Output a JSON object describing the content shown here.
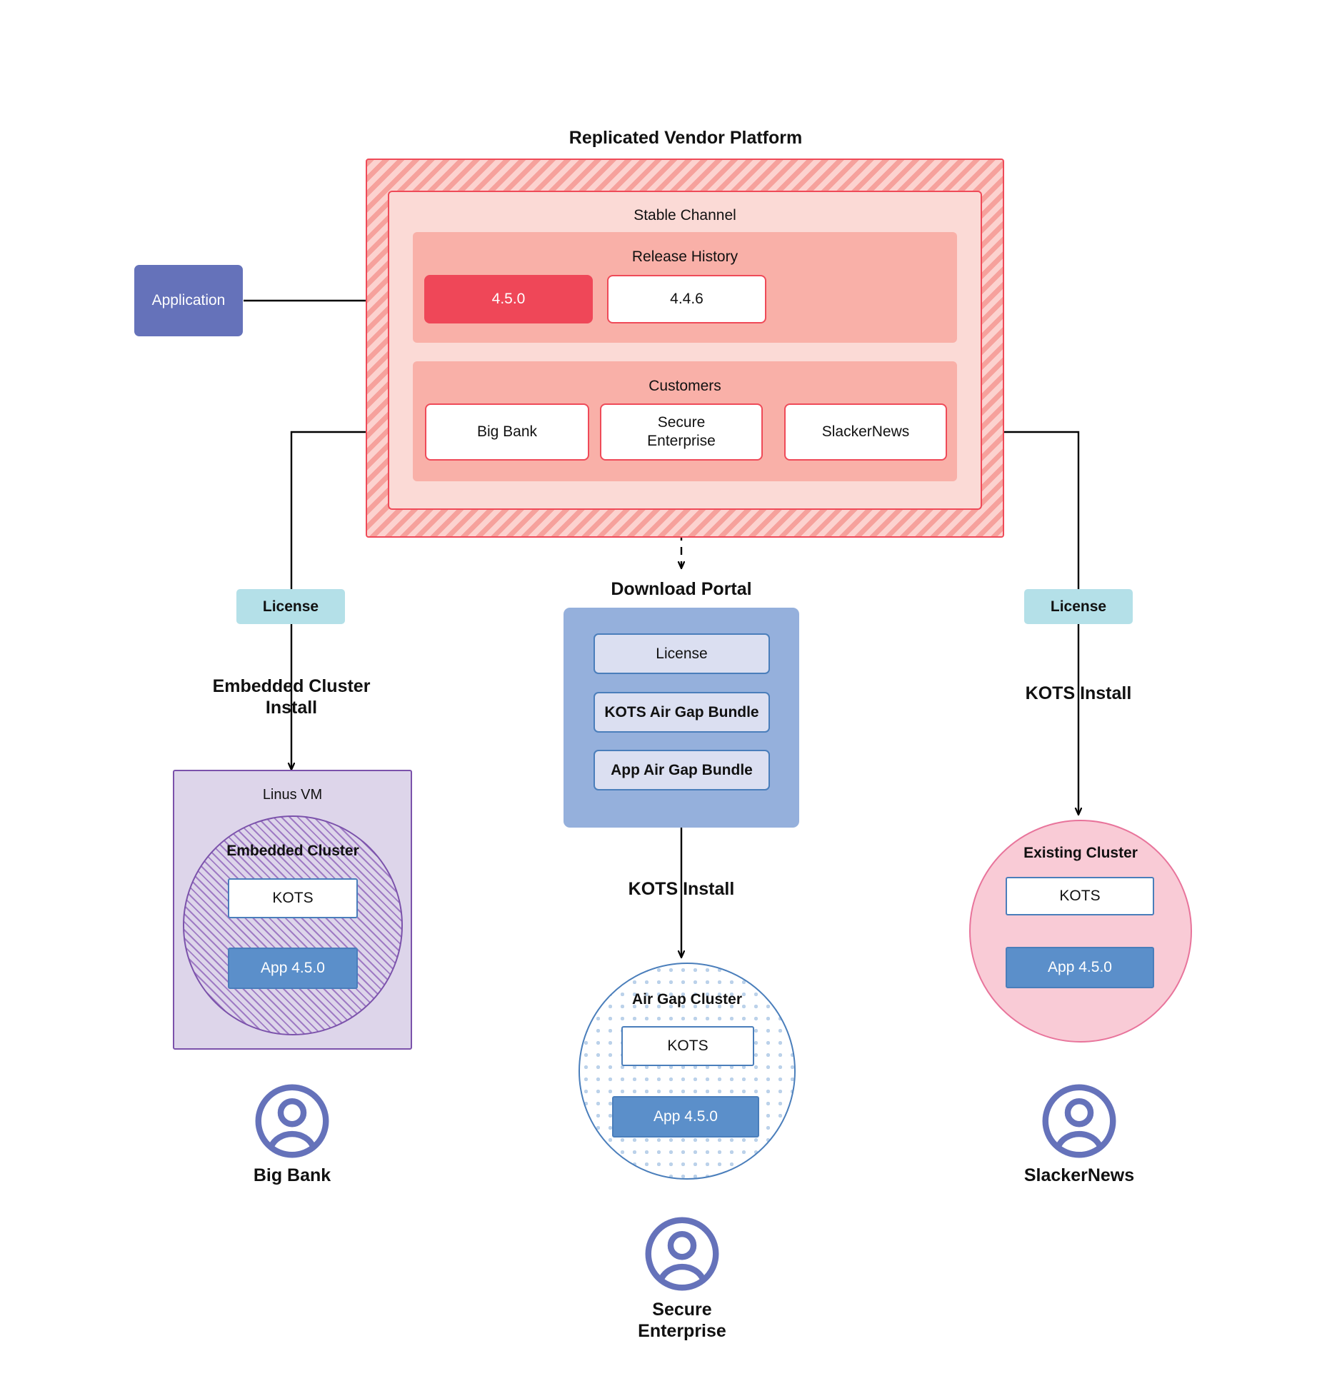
{
  "diagram": {
    "title": "Replicated Vendor Platform",
    "source_node": {
      "label": "Application"
    },
    "vendor_platform": {
      "channel": {
        "label": "Stable Channel"
      },
      "release_history": {
        "label": "Release History",
        "releases": [
          {
            "version": "4.5.0",
            "state": "current"
          },
          {
            "version": "4.4.6",
            "state": "previous"
          }
        ]
      },
      "customers": {
        "label": "Customers",
        "items": [
          {
            "name": "Big Bank"
          },
          {
            "name": "Secure\nEnterprise"
          },
          {
            "name": "SlackerNews"
          }
        ]
      }
    },
    "branches": {
      "left": {
        "license_label": "License",
        "install_label": "Embedded Cluster\nInstall",
        "host_label": "Linus VM",
        "cluster_label": "Embedded Cluster",
        "kots_label": "KOTS",
        "app_label": "App 4.5.0",
        "persona_label": "Big Bank"
      },
      "middle": {
        "portal_title": "Download  Portal",
        "portal_items": [
          {
            "label": "License"
          },
          {
            "label": "KOTS Air Gap Bundle"
          },
          {
            "label": "App Air Gap Bundle"
          }
        ],
        "install_label": "KOTS Install",
        "cluster_label": "Air Gap Cluster",
        "kots_label": "KOTS",
        "app_label": "App 4.5.0",
        "persona_label": "Secure\nEnterprise"
      },
      "right": {
        "license_label": "License",
        "install_label": "KOTS Install",
        "cluster_label": "Existing Cluster",
        "kots_label": "KOTS",
        "app_label": "App 4.5.0",
        "persona_label": "SlackerNews"
      }
    },
    "colors": {
      "platform_border": "#ef4a58",
      "channel_bg": "#fbdad6",
      "panel_bg": "#f9b0a8",
      "release_current": "#ef4758",
      "application": "#6572ba",
      "license": "#b4e0e8",
      "portal": "#95b0dc",
      "portal_item": "#dbdff1",
      "app_version": "#5b8fca",
      "vm_purple": "#ddd5ea",
      "vm_border": "#7b52ab",
      "existing_cluster": "#f9cbd6",
      "existing_border": "#e8749b",
      "persona": "#6572ba"
    }
  }
}
